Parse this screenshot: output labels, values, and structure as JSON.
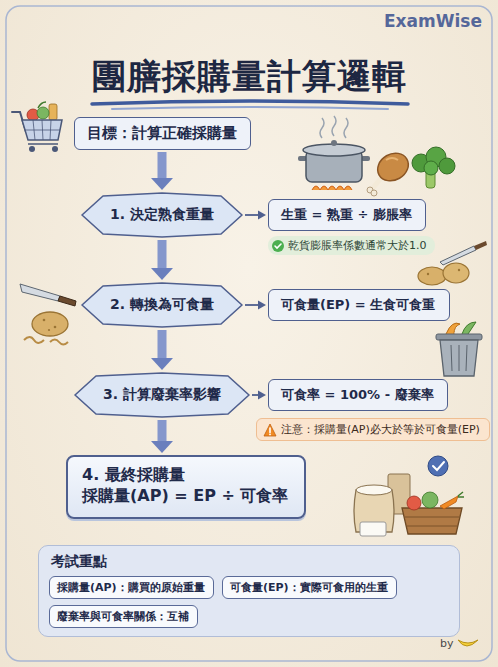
{
  "diagram": {
    "title": "團膳採購量計算邏輯",
    "nodes": [
      {
        "text": [
          "目標：計算正確採購量"
        ]
      },
      {
        "text": [
          "1. 決定熟食重量"
        ]
      },
      {
        "text": [
          "生重 = 熟重 ÷ 膨脹率"
        ]
      },
      {
        "text": [
          "2. 轉換為可食量"
        ]
      },
      {
        "text": [
          "可食量(EP) = 生食可食重"
        ]
      },
      {
        "text": [
          "3. 計算廢棄率影響"
        ]
      },
      {
        "text": [
          "可食率 = 100% - 廢棄率"
        ]
      },
      {
        "text": [
          "注意：採購量(AP)必大於等於可食量(EP)"
        ]
      },
      {
        "text": [
          "4. 最終採購量",
          "採購量(AP) = EP ÷ 可食率"
        ]
      },
      {
        "text": [
          "考試重點"
        ]
      },
      {
        "text": [
          "採購量(AP)：購買的原始重量"
        ],
        "in": 9
      },
      {
        "text": [
          "可食量(EP)：實際可食用的生重"
        ],
        "in": 9
      },
      {
        "text": [
          "廢棄率與可食率關係：互補"
        ],
        "in": 9
      }
    ],
    "edges": [
      {
        "from": 0,
        "to": 1,
        "arrow": "to"
      },
      {
        "from": 1,
        "to": 2,
        "arrow": "to"
      },
      {
        "from": 1,
        "to": 3,
        "arrow": "to"
      },
      {
        "from": 3,
        "to": 4,
        "arrow": "to"
      },
      {
        "from": 3,
        "to": 5,
        "arrow": "to"
      },
      {
        "from": 5,
        "to": 6,
        "arrow": "to"
      },
      {
        "from": 5,
        "to": 8,
        "arrow": "to"
      }
    ],
    "labels": [
      "ExamWise",
      "乾貨膨脹率係數通常大於1.0",
      "by"
    ]
  }
}
